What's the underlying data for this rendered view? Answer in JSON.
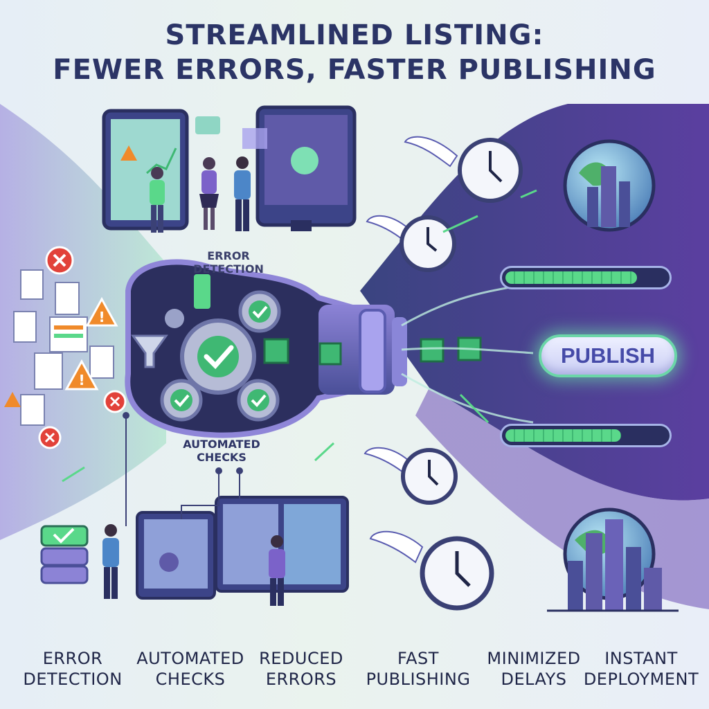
{
  "title": {
    "line1": "STREAMLINED LISTING:",
    "line2": "FEWER ERRORS, FASTER PUBLISHING"
  },
  "process_labels": {
    "error_detection": [
      "ERROR",
      "DETECTION"
    ],
    "automated_checks": [
      "AUTOMATED",
      "CHECKS"
    ]
  },
  "publish_button": {
    "label": "PUBLISH"
  },
  "progress_bars": [
    {
      "name": "upper-progress",
      "fraction": 0.82
    },
    {
      "name": "lower-progress",
      "fraction": 0.72
    }
  ],
  "captions": [
    {
      "line1": "ERROR",
      "line2": "DETECTION"
    },
    {
      "line1": "AUTOMATED",
      "line2": "CHECKS"
    },
    {
      "line1": "REDUCED",
      "line2": "ERRORS"
    },
    {
      "line1": "FAST",
      "line2": "PUBLISHING"
    },
    {
      "line1": "MINIMIZED",
      "line2": "DELAYS"
    },
    {
      "line1": "INSTANT",
      "line2": "DEPLOYMENT"
    }
  ],
  "colors": {
    "title": "#2b3466",
    "accent_green": "#5ad88a",
    "accent_purple": "#7b62c9",
    "dark_navy": "#242a55",
    "error_red": "#e2423a",
    "warning_orange": "#f08a2a"
  },
  "icons": [
    "error-x-icon",
    "warning-icon",
    "document-icon",
    "funnel-icon",
    "gear-check-icon",
    "cube-icon",
    "pipe-coupling-icon",
    "winged-clock-icon",
    "globe-city-icon",
    "server-stack-icon",
    "monitor-icon",
    "person-icon",
    "arrow-icon"
  ]
}
